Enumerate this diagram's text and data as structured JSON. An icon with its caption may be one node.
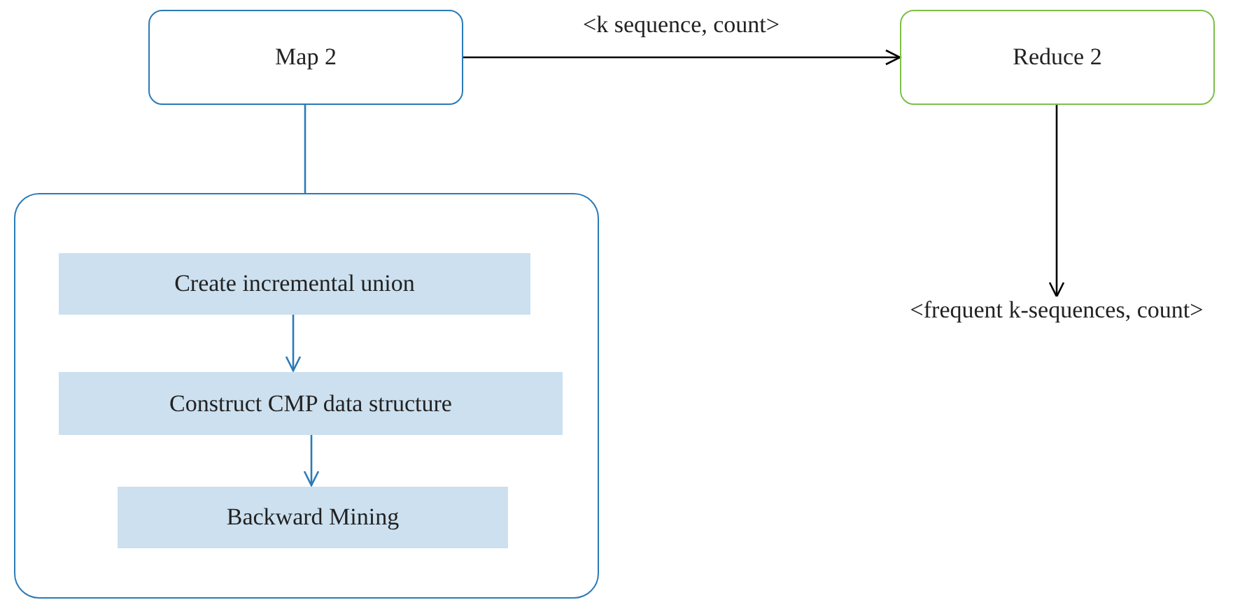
{
  "diagram": {
    "nodes": [
      {
        "text": [
          "Map 2"
        ]
      },
      {
        "text": [
          "Reduce 2"
        ]
      },
      {
        "text": [],
        "shape": "box"
      },
      {
        "text": [
          "Create incremental union"
        ],
        "in": 2
      },
      {
        "text": [
          "Construct CMP data structure"
        ],
        "in": 2
      },
      {
        "text": [
          "Backward Mining"
        ],
        "in": 2
      },
      {
        "text": [
          "<frequent k-sequences, count>"
        ]
      }
    ],
    "edges": [
      {
        "from": 0,
        "to": 1,
        "arrow": "to",
        "label": "<k sequence, count>",
        "color": "#000000"
      },
      {
        "from": 0,
        "to": 2,
        "arrow": "none",
        "color": "#2a7ab8"
      },
      {
        "from": 1,
        "to": 6,
        "arrow": "to",
        "color": "#000000"
      },
      {
        "from": 3,
        "to": 4,
        "arrow": "to",
        "color": "#2a7ab8"
      },
      {
        "from": 4,
        "to": 5,
        "arrow": "to",
        "color": "#2a7ab8"
      }
    ]
  }
}
